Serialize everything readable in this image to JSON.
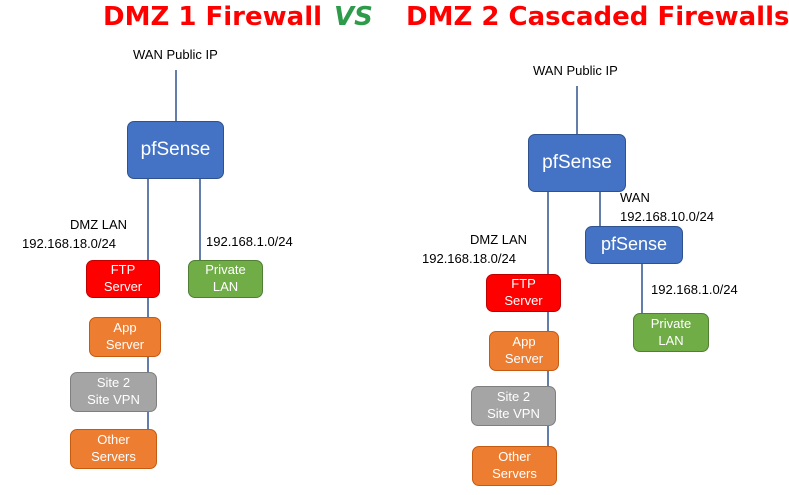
{
  "left": {
    "title": "DMZ 1 Firewall",
    "wan": "WAN Public IP",
    "firewall": "pfSense",
    "dmz_label": "DMZ LAN",
    "dmz_subnet": "192.168.18.0/24",
    "lan_subnet": "192.168.1.0/24",
    "servers": [
      {
        "line1": "FTP",
        "line2": "Server"
      },
      {
        "line1": "App",
        "line2": "Server"
      },
      {
        "line1": "Site 2",
        "line2": "Site VPN"
      },
      {
        "line1": "Other",
        "line2": "Servers"
      }
    ],
    "private": {
      "line1": "Private",
      "line2": "LAN"
    }
  },
  "vs": "VS",
  "right": {
    "title": "DMZ 2 Cascaded Firewalls",
    "wan": "WAN Public IP",
    "firewall": "pfSense",
    "wan_label": "WAN",
    "wan_subnet": "192.168.10.0/24",
    "inner_firewall": "pfSense",
    "dmz_label": "DMZ LAN",
    "dmz_subnet": "192.168.18.0/24",
    "lan_subnet": "192.168.1.0/24",
    "servers": [
      {
        "line1": "FTP",
        "line2": "Server"
      },
      {
        "line1": "App",
        "line2": "Server"
      },
      {
        "line1": "Site 2",
        "line2": "Site VPN"
      },
      {
        "line1": "Other",
        "line2": "Servers"
      }
    ],
    "private": {
      "line1": "Private",
      "line2": "LAN"
    }
  },
  "colors": {
    "title": "#ff0000",
    "vs": "#2e9b4a",
    "firewall": "#4472c4",
    "ftp": "#ff0000",
    "app": "#ed7d31",
    "vpn": "#a5a5a5",
    "other": "#ed7d31",
    "private": "#70ad47",
    "wire": "#2f528f"
  }
}
